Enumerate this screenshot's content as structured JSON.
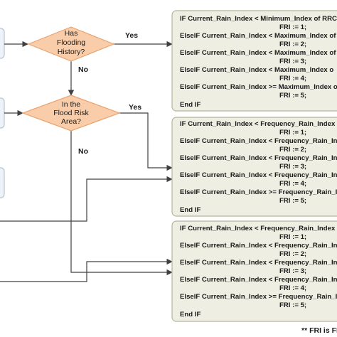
{
  "decisions": [
    {
      "line1": "Has",
      "line2": "Flooding",
      "line3": "History?"
    },
    {
      "line1": "In the",
      "line2": "Flood Risk",
      "line3": "Area?"
    }
  ],
  "labels": {
    "yes1": "Yes",
    "no1": "No",
    "yes2": "Yes",
    "no2": "No"
  },
  "boxes": [
    {
      "lines": [
        "IF Current_Rain_Index < Minimum_Index of RRC",
        "FRI := 1;",
        "ElseIF Current_Rain_Index < Maximum_Index of",
        "FRI := 2;",
        "ElseIF Current_Rain_Index < Maximum_Index of",
        "FRI := 3;",
        "ElseIF Current_Rain_Index < Maximum_Index o",
        "FRI := 4;",
        "ElseIF Current_Rain_Index >= Maximum_Index o",
        "FRI := 5;",
        "End IF"
      ]
    },
    {
      "lines": [
        "IF Current_Rain_Index < Frequency_Rain_Index",
        "FRI := 1;",
        "ElseIF Current_Rain_Index < Frequency_Rain_Inc",
        "FRI := 2;",
        "ElseIF Current_Rain_Index < Frequency_Rain_Inc",
        "FRI := 3;",
        "ElseIF Current_Rain_Index < Frequency_Rain_Inc",
        "FRI := 4;",
        "ElseIF Current_Rain_Index >= Frequency_Rain_In",
        "FRI := 5;",
        "End IF"
      ]
    },
    {
      "lines": [
        "IF Current_Rain_Index < Frequency_Rain_Index",
        "FRI := 1;",
        "ElseIF Current_Rain_Index < Frequency_Rain_Inc",
        "FRI := 2;",
        "ElseIF Current_Rain_Index < Frequency_Rain_Inc",
        "FRI := 3;",
        "ElseIF Current_Rain_Index < Frequency_Rain_Inc",
        "FRI := 4;",
        "ElseIF Current_Rain_Index >= Frequency_Rain_In",
        "FRI := 5;",
        "End IF"
      ]
    }
  ],
  "footnote": "** FRI is FI",
  "colors": {
    "diamond_fill": "#f9cda9",
    "diamond_stroke": "#e9a36f",
    "box_fill": "#eeeee2",
    "box_stroke": "#b5b59a",
    "side_fill": "#eef3fa",
    "side_stroke": "#b7c3d4",
    "line": "#404040"
  }
}
